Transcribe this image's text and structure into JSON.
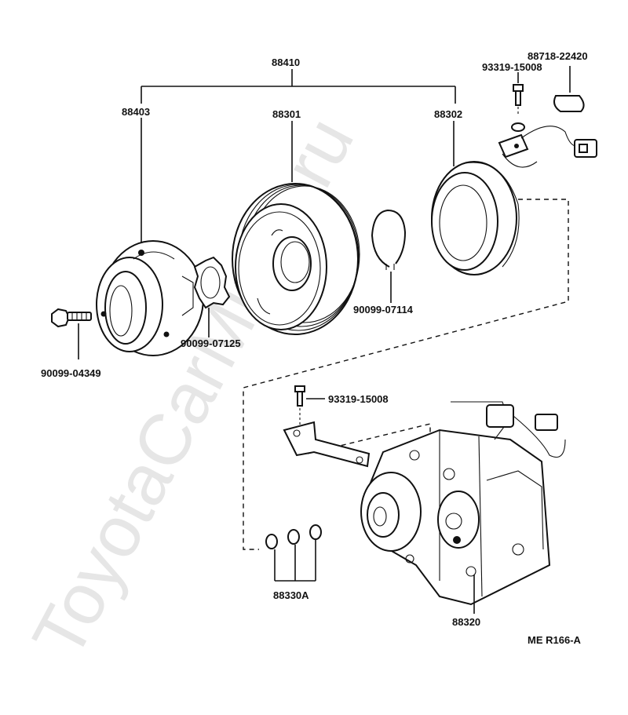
{
  "watermark": "ToyotaCarMirror.ru",
  "diagram_code": "ME R166-A",
  "labels": {
    "clutch_assembly": "88410",
    "pressure_plate": "88403",
    "pulley": "88301",
    "stator": "88302",
    "clip": "88718-22420",
    "screw_upper": "93319-15008",
    "bolt": "90099-04349",
    "shim": "90099-07125",
    "snap_ring": "90099-07114",
    "screw_lower": "93319-15008",
    "orings": "88330A",
    "compressor": "88320"
  }
}
